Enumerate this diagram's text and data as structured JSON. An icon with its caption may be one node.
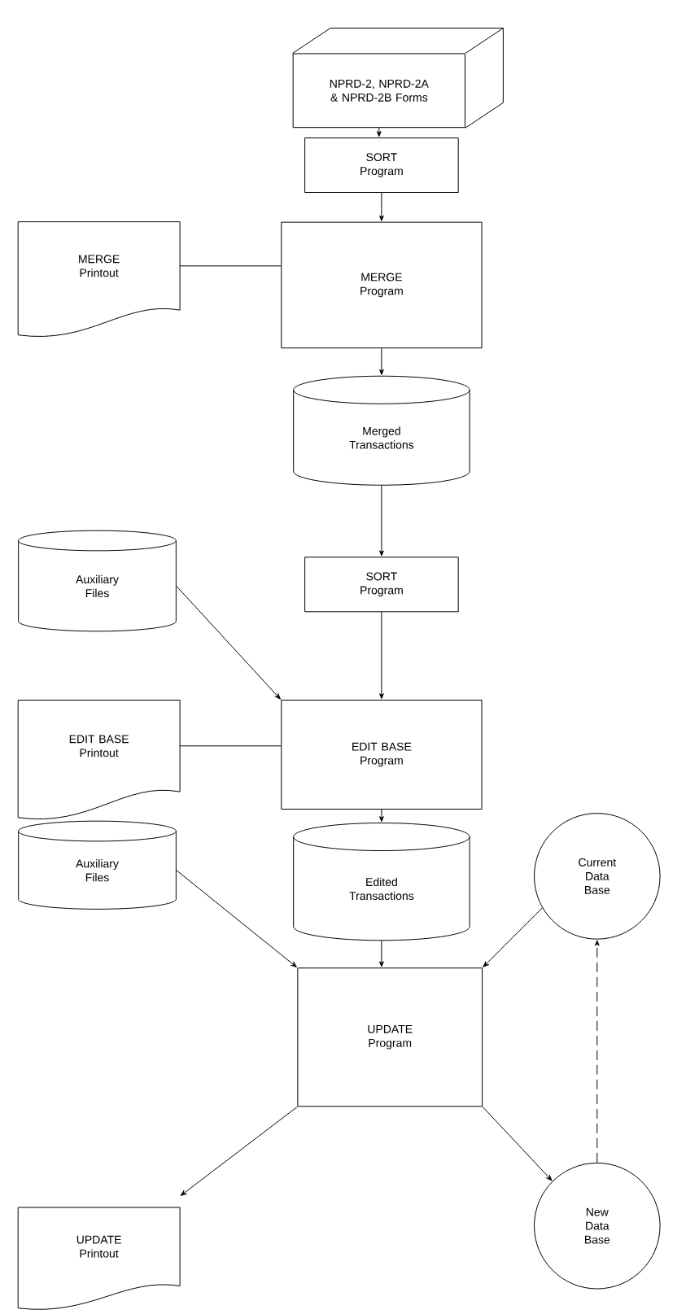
{
  "diagram": {
    "nodes": [
      {
        "text": [
          "NPRD-2, NPRD-2A & NPRD-2B Forms"
        ]
      },
      {
        "text": [
          "SORT Program"
        ]
      },
      {
        "text": [
          "MERGE Printout"
        ]
      },
      {
        "text": [
          "MERGE Program"
        ]
      },
      {
        "text": [
          "Merged Transactions"
        ]
      },
      {
        "text": [
          "Auxiliary Files"
        ]
      },
      {
        "text": [
          "SORT Program"
        ]
      },
      {
        "text": [
          "EDIT BASE Printout"
        ]
      },
      {
        "text": [
          "EDIT BASE Program"
        ]
      },
      {
        "text": [
          "Auxiliary Files"
        ]
      },
      {
        "text": [
          "Edited Transactions"
        ]
      },
      {
        "text": [
          "Current Data Base"
        ]
      },
      {
        "text": [
          "UPDATE Program"
        ]
      },
      {
        "text": [
          "UPDATE Printout"
        ]
      },
      {
        "text": [
          "New Data Base"
        ]
      }
    ],
    "edges": [
      {
        "from": 0,
        "to": 1,
        "arrow": "to"
      },
      {
        "from": 1,
        "to": 3,
        "arrow": "to"
      },
      {
        "from": 2,
        "to": 3,
        "arrow": "none"
      },
      {
        "from": 3,
        "to": 4,
        "arrow": "to"
      },
      {
        "from": 4,
        "to": 6,
        "arrow": "to"
      },
      {
        "from": 5,
        "to": 8,
        "arrow": "to"
      },
      {
        "from": 6,
        "to": 8,
        "arrow": "to"
      },
      {
        "from": 7,
        "to": 8,
        "arrow": "none"
      },
      {
        "from": 8,
        "to": 10,
        "arrow": "to"
      },
      {
        "from": 9,
        "to": 12,
        "arrow": "to"
      },
      {
        "from": 10,
        "to": 12,
        "arrow": "to"
      },
      {
        "from": 11,
        "to": 12,
        "arrow": "to"
      },
      {
        "from": 12,
        "to": 13,
        "arrow": "to"
      },
      {
        "from": 12,
        "to": 14,
        "arrow": "to"
      },
      {
        "from": 14,
        "to": 11,
        "arrow": "to",
        "style": "dashed"
      }
    ]
  }
}
